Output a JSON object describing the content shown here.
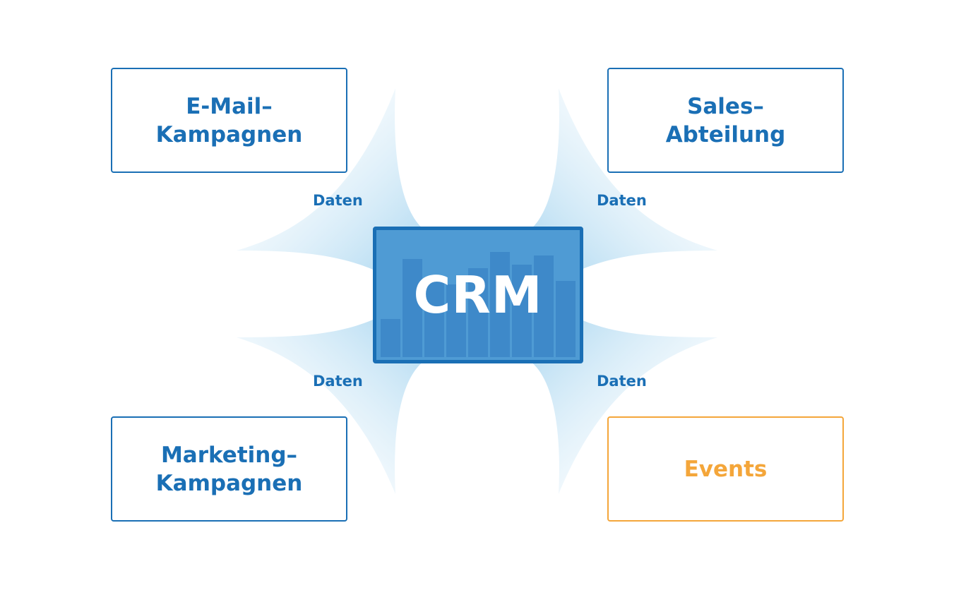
{
  "center": {
    "title": "CRM",
    "bar_levels": [
      0.3,
      0.77,
      0.6,
      0.57,
      0.7,
      0.83,
      0.73,
      0.8,
      0.6
    ]
  },
  "nodes": [
    {
      "id": "email",
      "label": "E-Mail–\nKampagnen",
      "accent": false
    },
    {
      "id": "sales",
      "label": "Sales–\nAbteilung",
      "accent": false
    },
    {
      "id": "marketing",
      "label": "Marketing–\nKampagnen",
      "accent": false
    },
    {
      "id": "events",
      "label": "Events",
      "accent": true
    }
  ],
  "connectors": [
    {
      "label": "Daten"
    },
    {
      "label": "Daten"
    },
    {
      "label": "Daten"
    },
    {
      "label": "Daten"
    }
  ],
  "colors": {
    "primary": "#1a6fb5",
    "accent": "#f4a63a",
    "crm_fill": "#4f9bd4"
  }
}
